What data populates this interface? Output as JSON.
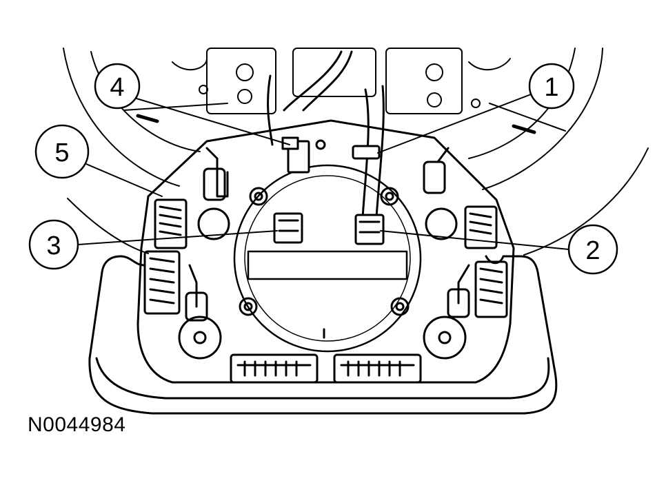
{
  "figure_id": "N0044984",
  "callouts": [
    {
      "label": "1"
    },
    {
      "label": "2"
    },
    {
      "label": "3"
    },
    {
      "label": "4"
    },
    {
      "label": "5"
    }
  ],
  "colors": {
    "ink": "#000000",
    "background": "#ffffff"
  }
}
